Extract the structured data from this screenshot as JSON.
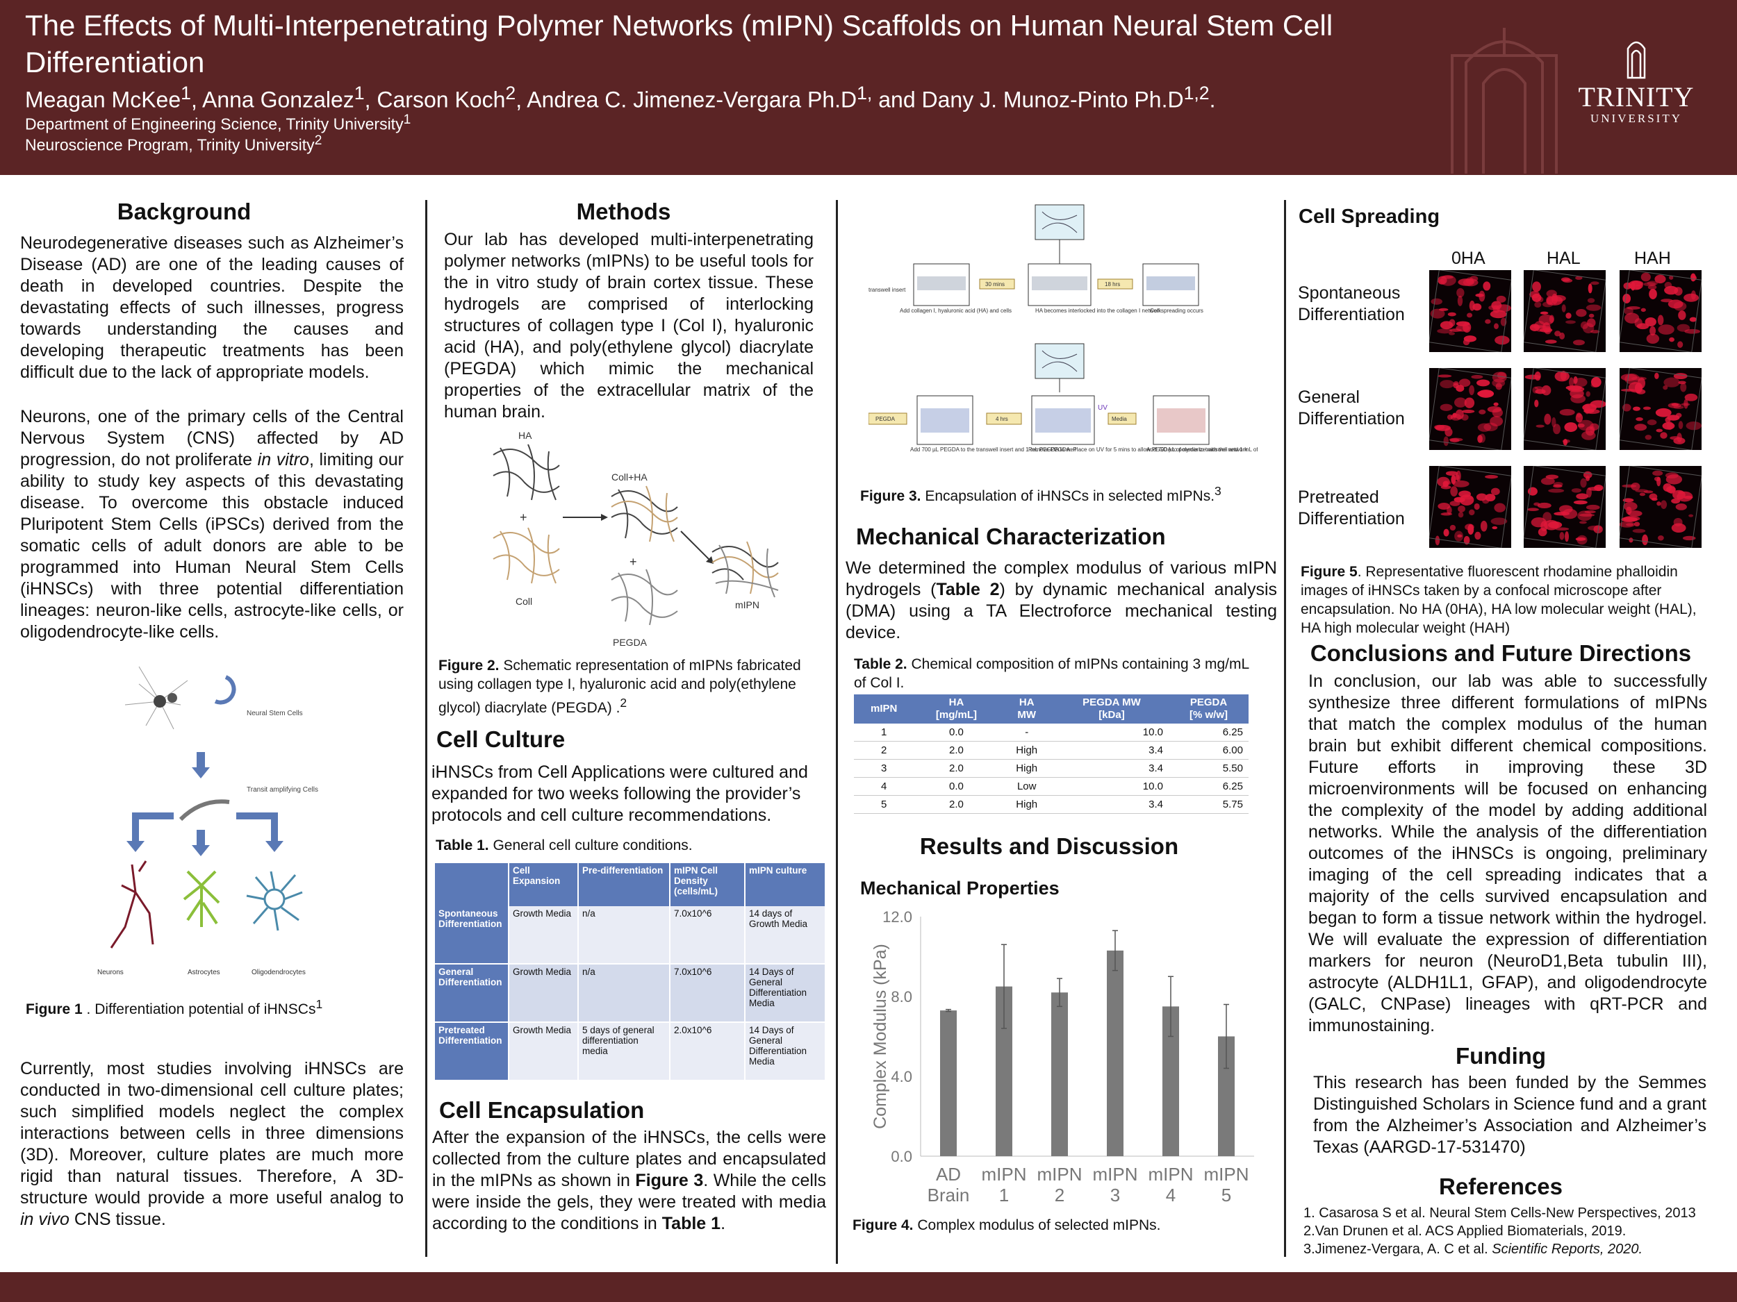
{
  "header": {
    "title": "The Effects of Multi-Interpenetrating Polymer Networks (mIPN) Scaffolds on Human Neural Stem Cell Differentiation",
    "authors": [
      {
        "name": "Meagan McKee",
        "sup": "1",
        "sep": ", "
      },
      {
        "name": "Anna Gonzalez",
        "sup": "1",
        "sep": ", "
      },
      {
        "name": "Carson Koch",
        "sup": "2",
        "sep": ", "
      },
      {
        "name": "Andrea C. Jimenez-Vergara Ph.D",
        "sup": "1,",
        "sep": " and "
      },
      {
        "name": "Dany J. Munoz-Pinto Ph.D",
        "sup": "1,2",
        "sep": "."
      }
    ],
    "affiliations": [
      {
        "text": "Department of Engineering Science, Trinity University",
        "sup": "1"
      },
      {
        "text": "Neuroscience Program, Trinity University",
        "sup": "2"
      }
    ],
    "logo": {
      "line1": "TRINITY",
      "line2": "UNIVERSITY"
    }
  },
  "background": {
    "heading": "Background",
    "p1": "Neurodegenerative diseases such as Alzheimer’s Disease (AD) are one of the leading causes of death in developed countries. Despite the devastating effects of such illnesses, progress towards understanding the causes and developing therapeutic treatments has been difficult due to the lack of appropriate models.",
    "p2a": "Neurons, one of the primary cells of the Central Nervous System (CNS) affected by AD progression, do not proliferate ",
    "p2b": "in vitro",
    "p2c": ", limiting our ability to study key aspects of this devastating disease. To overcome this obstacle induced Pluripotent Stem Cells (iPSCs) derived from the somatic cells of adult donors are able to be programmed into Human Neural Stem Cells (iHNSCs) with three potential differentiation lineages: neuron-like cells, astrocyte-like cells, or oligodendrocyte-like cells.",
    "fig1": {
      "labels": {
        "nsc": "Neural Stem Cells",
        "transit": "Transit amplifying Cells",
        "neurons": "Neurons",
        "astrocytes": "Astrocytes",
        "oligo": "Oligodendrocytes"
      },
      "caption_bold": "Figure 1",
      "caption_rest": "  . Differentiation potential of iHNSCs",
      "caption_sup": "1"
    },
    "p3a": "Currently, most studies involving iHNSCs are conducted in two-dimensional cell culture plates; such simplified models neglect the complex interactions between cells in three dimensions (3D). Moreover, culture plates are much more rigid than natural tissues. Therefore, A 3D-structure would provide a more useful analog to ",
    "p3b": "in vivo",
    "p3c": " CNS tissue."
  },
  "methods": {
    "heading": "Methods",
    "p1": "Our lab has developed multi-interpenetrating polymer networks (mIPNs) to be useful tools for the in vitro study of brain cortex tissue. These hydrogels are comprised of interlocking structures of collagen type I (Col I), hyaluronic acid (HA), and poly(ethylene glycol) diacrylate (PEGDA) which mimic the mechanical properties of the extracellular matrix of the human brain.",
    "fig2": {
      "labels": {
        "ha": "HA",
        "coll": "Coll",
        "collha": "Coll+HA",
        "pegda": "PEGDA",
        "mipn": "mIPN",
        "plus": "+"
      },
      "caption_bold": "Figure 2.",
      "caption_rest": " Schematic representation of mIPNs fabricated using collagen type I, hyaluronic acid and poly(ethylene glycol) diacrylate (PEGDA) .",
      "caption_sup": "2"
    },
    "culture_heading": "Cell Culture",
    "culture_text": "iHNSCs from Cell Applications were cultured and expanded for two weeks following the provider’s protocols and cell culture  recommendations.",
    "table1": {
      "caption_bold": "Table 1.",
      "caption_rest": " General cell culture conditions.",
      "headers": [
        "",
        "Cell Expansion",
        "Pre-differentiation",
        "mIPN Cell Density (cells/mL)",
        "mIPN culture"
      ],
      "rows": [
        [
          "Spontaneous Differentiation",
          "Growth Media",
          "n/a",
          "7.0x10^6",
          "14 days of Growth Media"
        ],
        [
          "General Differentiation",
          "Growth Media",
          "n/a",
          "7.0x10^6",
          "14 Days of General Differentiation Media"
        ],
        [
          "Pretreated Differentiation",
          "Growth Media",
          "5 days of general differentiation media",
          "2.0x10^6",
          "14 Days of General Differentiation Media"
        ]
      ]
    },
    "encap_heading": "Cell Encapsulation",
    "encap_a": "After the expansion of the iHNSCs, the cells were collected from the culture plates and encapsulated in the mIPNs as shown in ",
    "encap_b": "Figure 3",
    "encap_c": ". While the cells were inside the gels, they were treated with media according to the conditions in ",
    "encap_d": "Table 1",
    "encap_e": "."
  },
  "fig3": {
    "labels": {
      "transwell": "transwell insert",
      "step1": "Add collagen I, hyaluronic acid (HA) and cells",
      "t30": "30 mins",
      "step2": "HA becomes interlocked into the collagen I network",
      "t18": "18 hrs",
      "step3": "Cell spreading occurs",
      "pegda": "PEGDA",
      "step4": "Add 700 µL PEGDA to the transwell insert and 1 mL PEGDA to well",
      "t4": "4 hrs",
      "step5": "Remove PEGDA. Place on UV for 5 mins to allow PEGDA to polymerize with the network",
      "uv": "UV",
      "media": "Media",
      "step6": "Add 700 µL of media to transwell and 1 mL of media to well"
    },
    "caption_bold": "Figure 3.",
    "caption_rest": " Encapsulation of iHNSCs in selected mIPNs.",
    "caption_sup": "3"
  },
  "mechanical": {
    "heading": "Mechanical Characterization",
    "text_a": "We determined the complex modulus of various mIPN hydrogels (",
    "text_b": "Table 2",
    "text_c": ") by dynamic mechanical analysis (DMA) using a TA Electroforce mechanical testing device.",
    "table2": {
      "caption_bold": "Table 2.",
      "caption_rest": " Chemical composition of mIPNs containing 3 mg/mL of Col I.",
      "headers": [
        "mIPN",
        "HA\n[mg/mL]",
        "HA\nMW",
        "PEGDA MW\n[kDa]",
        "PEGDA\n[% w/w]"
      ],
      "rows": [
        [
          "1",
          "0.0",
          "-",
          "10.0",
          "6.25"
        ],
        [
          "2",
          "2.0",
          "High",
          "3.4",
          "6.00"
        ],
        [
          "3",
          "2.0",
          "High",
          "3.4",
          "5.50"
        ],
        [
          "4",
          "0.0",
          "Low",
          "10.0",
          "6.25"
        ],
        [
          "5",
          "2.0",
          "High",
          "3.4",
          "5.75"
        ]
      ]
    },
    "results_heading": "Results and Discussion",
    "mech_props_heading": "Mechanical Properties",
    "fig4": {
      "caption_bold": "Figure 4.",
      "caption_rest": " Complex modulus of selected mIPNs."
    }
  },
  "chart_data": {
    "type": "bar",
    "title": "",
    "xlabel": "",
    "ylabel": "Complex Modulus (kPa)",
    "categories": [
      "AD Brain",
      "mIPN 1",
      "mIPN 2",
      "mIPN 3",
      "mIPN 4",
      "mIPN 5"
    ],
    "category_lines": [
      [
        "AD",
        "Brain"
      ],
      [
        "mIPN",
        "1"
      ],
      [
        "mIPN",
        "2"
      ],
      [
        "mIPN",
        "3"
      ],
      [
        "mIPN",
        "4"
      ],
      [
        "mIPN",
        "5"
      ]
    ],
    "values": [
      7.3,
      8.5,
      8.2,
      10.3,
      7.5,
      6.0
    ],
    "errors": [
      0.05,
      2.1,
      0.7,
      1.0,
      1.5,
      1.6
    ],
    "ylim": [
      0,
      12
    ],
    "yticks": [
      "0.0",
      "4.0",
      "8.0",
      "12.0"
    ],
    "ytick_values": [
      0,
      4,
      8,
      12
    ],
    "bar_color": "#7a7a7a",
    "grid": false
  },
  "cell_spreading": {
    "heading": "Cell Spreading",
    "columns": [
      "0HA",
      "HAL",
      "HAH"
    ],
    "rows": [
      [
        "Spontaneous",
        "Differentiation"
      ],
      [
        "General",
        "Differentiation"
      ],
      [
        "Pretreated",
        "Differentiation"
      ]
    ],
    "caption_bold": "Figure 5",
    "caption_rest": ". Representative fluorescent rhodamine phalloidin images of iHNSCs taken by a confocal microscope after encapsulation. No HA (0HA), HA low molecular weight (HAL), HA high molecular weight (HAH)"
  },
  "conclusions": {
    "heading": "Conclusions and Future Directions",
    "text": "In conclusion, our lab was able to successfully synthesize three different formulations of mIPNs that match the complex modulus of the human brain but exhibit different chemical compositions. Future efforts in improving these 3D microenvironments will be focused on enhancing the complexity of the model by adding additional networks. While the analysis of the differentiation outcomes of the iHNSCs is ongoing, preliminary imaging of the cell spreading indicates that a majority of the cells survived encapsulation and began to form a tissue network within the hydrogel. We will evaluate the expression of differentiation markers for neuron (NeuroD1,Beta tubulin III), astrocyte (ALDH1L1, GFAP), and oligodendrocyte (GALC, CNPase) lineages with qRT-PCR and immunostaining."
  },
  "funding": {
    "heading": "Funding",
    "text": "This research has been funded by the Semmes Distinguished Scholars in Science fund and a grant from the Alzheimer’s Association and Alzheimer’s Texas (AARGD-17-531470)"
  },
  "references": {
    "heading": "References",
    "r1": "1. Casarosa S et al. Neural Stem Cells-New Perspectives, 2013",
    "r2": "2.Van Drunen et al. ACS Applied Biomaterials, 2019.",
    "r3a": "3.Jimenez-Vergara, A. C  et al. ",
    "r3b": "Scientific Reports, 2020."
  },
  "colors": {
    "maroon": "#5b2425",
    "table_header": "#5b79b7",
    "table_row_light": "#d3daeb",
    "bar": "#7a7a7a",
    "fluorescence": "#e0183a"
  }
}
